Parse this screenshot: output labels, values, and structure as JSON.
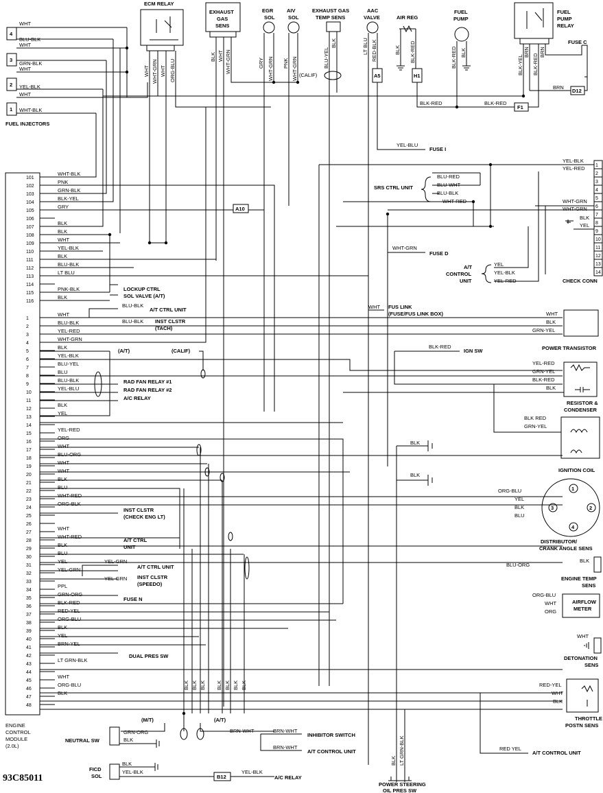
{
  "diagram_code": "93C85011",
  "ecm": {
    "label_lines": [
      "ENGINE",
      "CONTROL",
      "MODULE",
      "(2.0L)"
    ],
    "upper_pins": [
      {
        "pin": "101",
        "wire": "WHT-BLK"
      },
      {
        "pin": "102",
        "wire": "PNK"
      },
      {
        "pin": "103",
        "wire": "GRN-BLK"
      },
      {
        "pin": "104",
        "wire": "BLK-YEL"
      },
      {
        "pin": "105",
        "wire": "GRY"
      },
      {
        "pin": "106",
        "wire": ""
      },
      {
        "pin": "107",
        "wire": "BLK"
      },
      {
        "pin": "108",
        "wire": "BLK"
      },
      {
        "pin": "109",
        "wire": "WHT"
      },
      {
        "pin": "110",
        "wire": "YEL-BLK"
      },
      {
        "pin": "111",
        "wire": "BLK"
      },
      {
        "pin": "112",
        "wire": "BLU-BLK"
      },
      {
        "pin": "113",
        "wire": "LT BLU"
      },
      {
        "pin": "114",
        "wire": ""
      },
      {
        "pin": "115",
        "wire": "PNK-BLK"
      },
      {
        "pin": "116",
        "wire": "BLK"
      }
    ],
    "lower_pins": [
      {
        "pin": "1",
        "wire": "WHT"
      },
      {
        "pin": "2",
        "wire": "BLU-BLK"
      },
      {
        "pin": "3",
        "wire": "YEL-RED"
      },
      {
        "pin": "4",
        "wire": "WHT-GRN"
      },
      {
        "pin": "5",
        "wire": "BLK"
      },
      {
        "pin": "6",
        "wire": "YEL-BLK"
      },
      {
        "pin": "7",
        "wire": "BLU-YEL"
      },
      {
        "pin": "8",
        "wire": "BLU"
      },
      {
        "pin": "9",
        "wire": "BLU-BLK"
      },
      {
        "pin": "10",
        "wire": "YEL-BLU"
      },
      {
        "pin": "11",
        "wire": ""
      },
      {
        "pin": "12",
        "wire": "BLK"
      },
      {
        "pin": "13",
        "wire": "YEL"
      },
      {
        "pin": "14",
        "wire": ""
      },
      {
        "pin": "15",
        "wire": "YEL-RED"
      },
      {
        "pin": "16",
        "wire": "ORG"
      },
      {
        "pin": "17",
        "wire": "WHT"
      },
      {
        "pin": "18",
        "wire": "BLU-ORG"
      },
      {
        "pin": "19",
        "wire": "WHT"
      },
      {
        "pin": "20",
        "wire": "WHT"
      },
      {
        "pin": "21",
        "wire": "BLK"
      },
      {
        "pin": "22",
        "wire": "BLU"
      },
      {
        "pin": "23",
        "wire": "WHT-RED"
      },
      {
        "pin": "24",
        "wire": "ORG-BLK"
      },
      {
        "pin": "25",
        "wire": ""
      },
      {
        "pin": "26",
        "wire": ""
      },
      {
        "pin": "27",
        "wire": "WHT"
      },
      {
        "pin": "28",
        "wire": "WHT-RED"
      },
      {
        "pin": "29",
        "wire": "BLK"
      },
      {
        "pin": "30",
        "wire": "BLU"
      },
      {
        "pin": "31",
        "wire": "YEL"
      },
      {
        "pin": "32",
        "wire": "YEL-GRN"
      },
      {
        "pin": "33",
        "wire": ""
      },
      {
        "pin": "34",
        "wire": "PPL"
      },
      {
        "pin": "35",
        "wire": "GRN-ORG"
      },
      {
        "pin": "36",
        "wire": "BLK-RED"
      },
      {
        "pin": "37",
        "wire": "RED-YEL"
      },
      {
        "pin": "38",
        "wire": "ORG-BLU"
      },
      {
        "pin": "39",
        "wire": "BLK"
      },
      {
        "pin": "40",
        "wire": "YEL"
      },
      {
        "pin": "41",
        "wire": "BRN-YEL"
      },
      {
        "pin": "42",
        "wire": ""
      },
      {
        "pin": "43",
        "wire": "LT GRN-BLK"
      },
      {
        "pin": "44",
        "wire": ""
      },
      {
        "pin": "45",
        "wire": "WHT"
      },
      {
        "pin": "46",
        "wire": "ORG-BLU"
      },
      {
        "pin": "47",
        "wire": "BLK"
      },
      {
        "pin": "48",
        "wire": ""
      }
    ]
  },
  "fuel_injectors": {
    "title": "FUEL INJECTORS",
    "units": [
      {
        "num": "4",
        "wires": [
          "WHT",
          "BLU-BLK"
        ]
      },
      {
        "num": "3",
        "wires": [
          "WHT",
          "GRN-BLK"
        ]
      },
      {
        "num": "2",
        "wires": [
          "WHT",
          "YEL-BLK"
        ]
      },
      {
        "num": "1",
        "wires": [
          "WHT",
          "WHT-BLK"
        ]
      }
    ]
  },
  "top_components": [
    {
      "id": "ecm-relay",
      "label_lines": [
        "ECM RELAY"
      ],
      "wires": [
        "WHT",
        "WHT-GRN",
        "WHT",
        "ORG-BLU"
      ]
    },
    {
      "id": "exhaust-gas-sens",
      "label_lines": [
        "EXHAUST",
        "GAS",
        "SENS"
      ],
      "wires": [
        "BLK",
        "WHT",
        "WHT-GRN"
      ]
    },
    {
      "id": "egr-sol",
      "label_lines": [
        "EGR",
        "SOL"
      ],
      "wires": [
        "GRY",
        "WHT-GRN"
      ]
    },
    {
      "id": "aiv-sol",
      "label_lines": [
        "AIV",
        "SOL"
      ],
      "wires": [
        "PNK",
        "WHT-GRN"
      ]
    },
    {
      "id": "exhaust-gas-temp-sens",
      "label_lines": [
        "EXHAUST GAS",
        "TEMP SENS"
      ],
      "wires": [
        "BLU-YEL",
        "BLK"
      ]
    },
    {
      "id": "aac-valve",
      "label_lines": [
        "AAC",
        "VALVE"
      ],
      "wires": [
        "LT BLU",
        "RED-BLK"
      ]
    },
    {
      "id": "air-reg",
      "label_lines": [
        "AIR REG"
      ],
      "wires": [
        "BLK",
        "BLK-RED"
      ]
    },
    {
      "id": "fuel-pump",
      "label_lines": [
        "FUEL",
        "PUMP"
      ],
      "wires": [
        "BLK-RED",
        "BLK"
      ]
    },
    {
      "id": "fuel-pump-relay",
      "label_lines": [
        "FUEL",
        "PUMP",
        "RELAY"
      ],
      "wires": [
        "BLK-YEL",
        "BRN",
        "BLK-RED",
        "BRN"
      ]
    }
  ],
  "connectors": {
    "a5": "A5",
    "h1": "H1",
    "a10": "A10",
    "d12": "D12",
    "f1": "F1",
    "b12": "B12"
  },
  "callouts": {
    "fuse_c": "FUSE C",
    "fuse_i": "FUSE I",
    "fuse_d": "FUSE D",
    "fuse_n": "FUSE N",
    "calif": "(CALIF)",
    "at": "(A/T)",
    "mt": "(M/T)",
    "srs_ctrl_unit": "SRS CTRL UNIT",
    "at_control_unit_lines": [
      "A/T",
      "CONTROL",
      "UNIT"
    ],
    "fus_link_lines": [
      "FUS LINK",
      "(FUSE/FUS LINK BOX)"
    ],
    "ign_sw": "IGN SW",
    "lockup_lines": [
      "LOCKUP CTRL",
      "SOL VALVE (A/T)"
    ],
    "at_ctrl_unit": "A/T CTRL UNIT",
    "inst_clstr_tach_lines": [
      "INST CLSTR",
      "(TACH)"
    ],
    "rad_fan_1": "RAD FAN RELAY #1",
    "rad_fan_2": "RAD FAN RELAY #2",
    "ac_relay": "A/C RELAY",
    "inst_clstr_check_lines": [
      "INST CLSTR",
      "(CHECK ENG LT)"
    ],
    "at_ctrl_unit_2lines": [
      "A/T CTRL",
      "UNIT"
    ],
    "inst_clstr_speedo_lines": [
      "INST CLSTR",
      "(SPEEDO)"
    ],
    "dual_pres_sw": "DUAL PRES SW",
    "inhibitor_switch": "INHIBITOR SWITCH",
    "at_control_unit": "A/T CONTROL UNIT",
    "ac_relay_bottom": "A/C RELAY"
  },
  "srs_wires": [
    "BLU-RED",
    "BLU-WHT",
    "BLU-BLK",
    "WHT-RED"
  ],
  "at_control_wires": [
    "YEL",
    "YEL-BLK",
    "YEL-RED"
  ],
  "check_conn": {
    "title": "CHECK CONN",
    "pins": [
      "1",
      "2",
      "3",
      "4",
      "5",
      "6",
      "7",
      "8",
      "9",
      "10",
      "11",
      "12",
      "13",
      "14"
    ],
    "wires": [
      "YEL-BLK",
      "YEL-RED",
      "",
      "",
      "WHT-GRN",
      "WHT-GRN",
      "BLK",
      "YEL"
    ]
  },
  "power_transistor": {
    "title": "POWER TRANSISTOR",
    "wires": [
      "WHT",
      "BLK",
      "GRN-YEL"
    ]
  },
  "resistor_condenser": {
    "title_lines": [
      "RESISTOR &",
      "CONDENSER"
    ],
    "wires": [
      "YEL-RED",
      "GRN-YEL",
      "BLK-RED",
      "BLK"
    ]
  },
  "ignition_coil": {
    "title": "IGNITION COIL",
    "wires": [
      "BLK  RED",
      "GRN-YEL"
    ]
  },
  "distributor": {
    "title_lines": [
      "DISTRIBUTOR/",
      "CRANK ANGLE SENS"
    ],
    "wires": [
      "ORG-BLU",
      "YEL",
      "BLK",
      "BLU"
    ],
    "terminals": [
      "1",
      "2",
      "3",
      "4"
    ]
  },
  "engine_temp_sens": {
    "title_lines": [
      "ENGINE TEMP",
      "SENS"
    ],
    "wires": [
      "BLU-ORG"
    ]
  },
  "airflow_meter": {
    "title_lines": [
      "AIRFLOW",
      "METER"
    ],
    "wires": [
      "ORG-BLU",
      "WHT",
      "ORG"
    ]
  },
  "detonation_sens": {
    "title_lines": [
      "DETONATION",
      "SENS"
    ],
    "wires": [
      "WHT"
    ]
  },
  "throttle_sens": {
    "title_lines": [
      "THROTTLE",
      "POSTN SENS"
    ],
    "wires": [
      "RED-YEL",
      "WHT",
      "BLK"
    ]
  },
  "power_steering": {
    "title_lines": [
      "POWER STEERING",
      "OIL PRES SW"
    ],
    "wires": [
      "BLK",
      "LT GRN-BLK"
    ]
  },
  "neutral_sw": {
    "title": "NEUTRAL SW",
    "wires": [
      "GRN-ORG",
      "BLK"
    ]
  },
  "ficd_sol": {
    "title_lines": [
      "FICD",
      "SOL"
    ],
    "wires": [
      "BLK",
      "YEL-BLK"
    ]
  },
  "inline_labels": {
    "fus_link_wht": "WHT",
    "ign_blk_red": "BLK-RED",
    "yel_blu": "YEL-BLU",
    "wht_grn_fused": "WHT-GRN",
    "brn": "BRN",
    "blk_red_1": "BLK-RED",
    "blk_red_2": "BLK-RED",
    "brn_wht_1": "BRN-WHT",
    "brn_wht_2": "BRN-WHT",
    "red_yel": "RED  YEL",
    "yel_blk_b12": "YEL-BLK",
    "grn_org": "GRN-ORG",
    "blk": "BLK",
    "blu_blk_a": "BLU-BLK",
    "blu_blk_b": "BLU-BLK",
    "yel_grn_a": "YEL-GRN",
    "yel_grn_b": "YEL-GRN",
    "ps_blk_1": "BLK",
    "ps_blk_2": "BLK"
  },
  "bottom_vertical_wires": [
    "BLK",
    "BLK",
    "BLK",
    "BLK",
    "BLK",
    "BLK",
    "BLK"
  ]
}
